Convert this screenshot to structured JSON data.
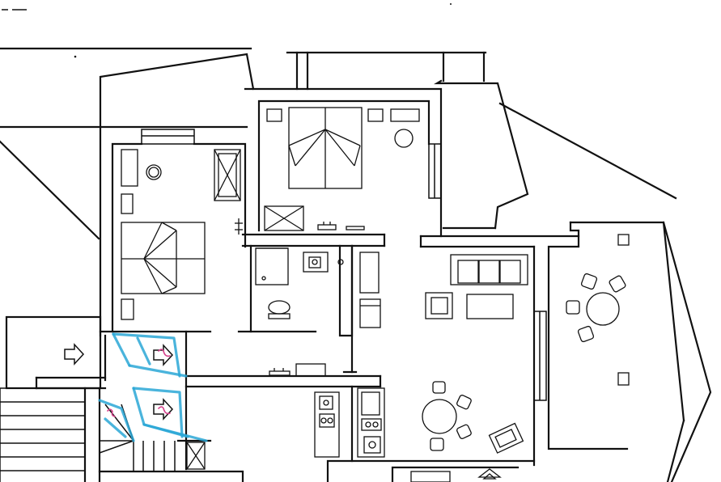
{
  "plan": {
    "rooms": [
      "bedroom-left",
      "bedroom-right",
      "bathroom",
      "kitchen",
      "living-room",
      "terrace",
      "stairwell",
      "entrance-corridor"
    ],
    "furniture": [
      "double-bed",
      "double-bed",
      "wardrobe",
      "wardrobe",
      "sofa",
      "armchair",
      "dining-table",
      "terrace-table",
      "toilet",
      "shower",
      "washbasin",
      "stove",
      "sink"
    ],
    "arrows": [
      "entrance-arrow",
      "corridor-arrow-1",
      "corridor-arrow-2"
    ],
    "colors": {
      "line": "#111111",
      "annotation_blue": "#2aa7d6",
      "annotation_pink": "#d6418c",
      "background": "#ffffff"
    }
  }
}
